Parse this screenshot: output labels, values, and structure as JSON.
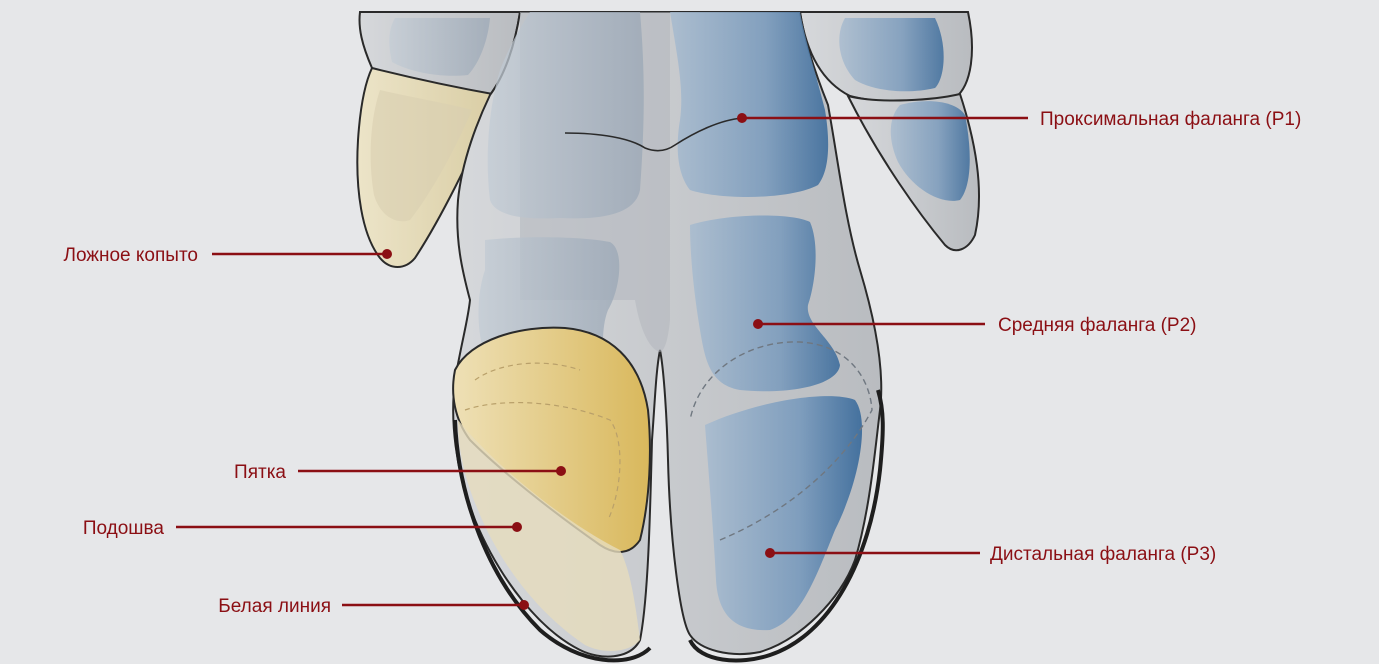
{
  "colors": {
    "background": "#e6e7e9",
    "label": "#8b0f14",
    "leader_line": "#8b0f14",
    "outline": "#2a2a2a",
    "bone_blue": "#6f93b8",
    "bone_blue_dark": "#3f6f9f",
    "heel_yellow": "#e3c77a",
    "skin_gray": "#c9cbce"
  },
  "labels": [
    {
      "id": "p1",
      "text": "Проксимальная фаланга (Р1)"
    },
    {
      "id": "p2",
      "text": "Средняя фаланга (Р2)"
    },
    {
      "id": "p3",
      "text": "Дистальная фаланга (Р3)"
    },
    {
      "id": "dewclaw",
      "text": "Ложное копыто"
    },
    {
      "id": "heel",
      "text": "Пятка"
    },
    {
      "id": "sole",
      "text": "Подошва"
    },
    {
      "id": "white_line",
      "text": "Белая линия"
    }
  ]
}
